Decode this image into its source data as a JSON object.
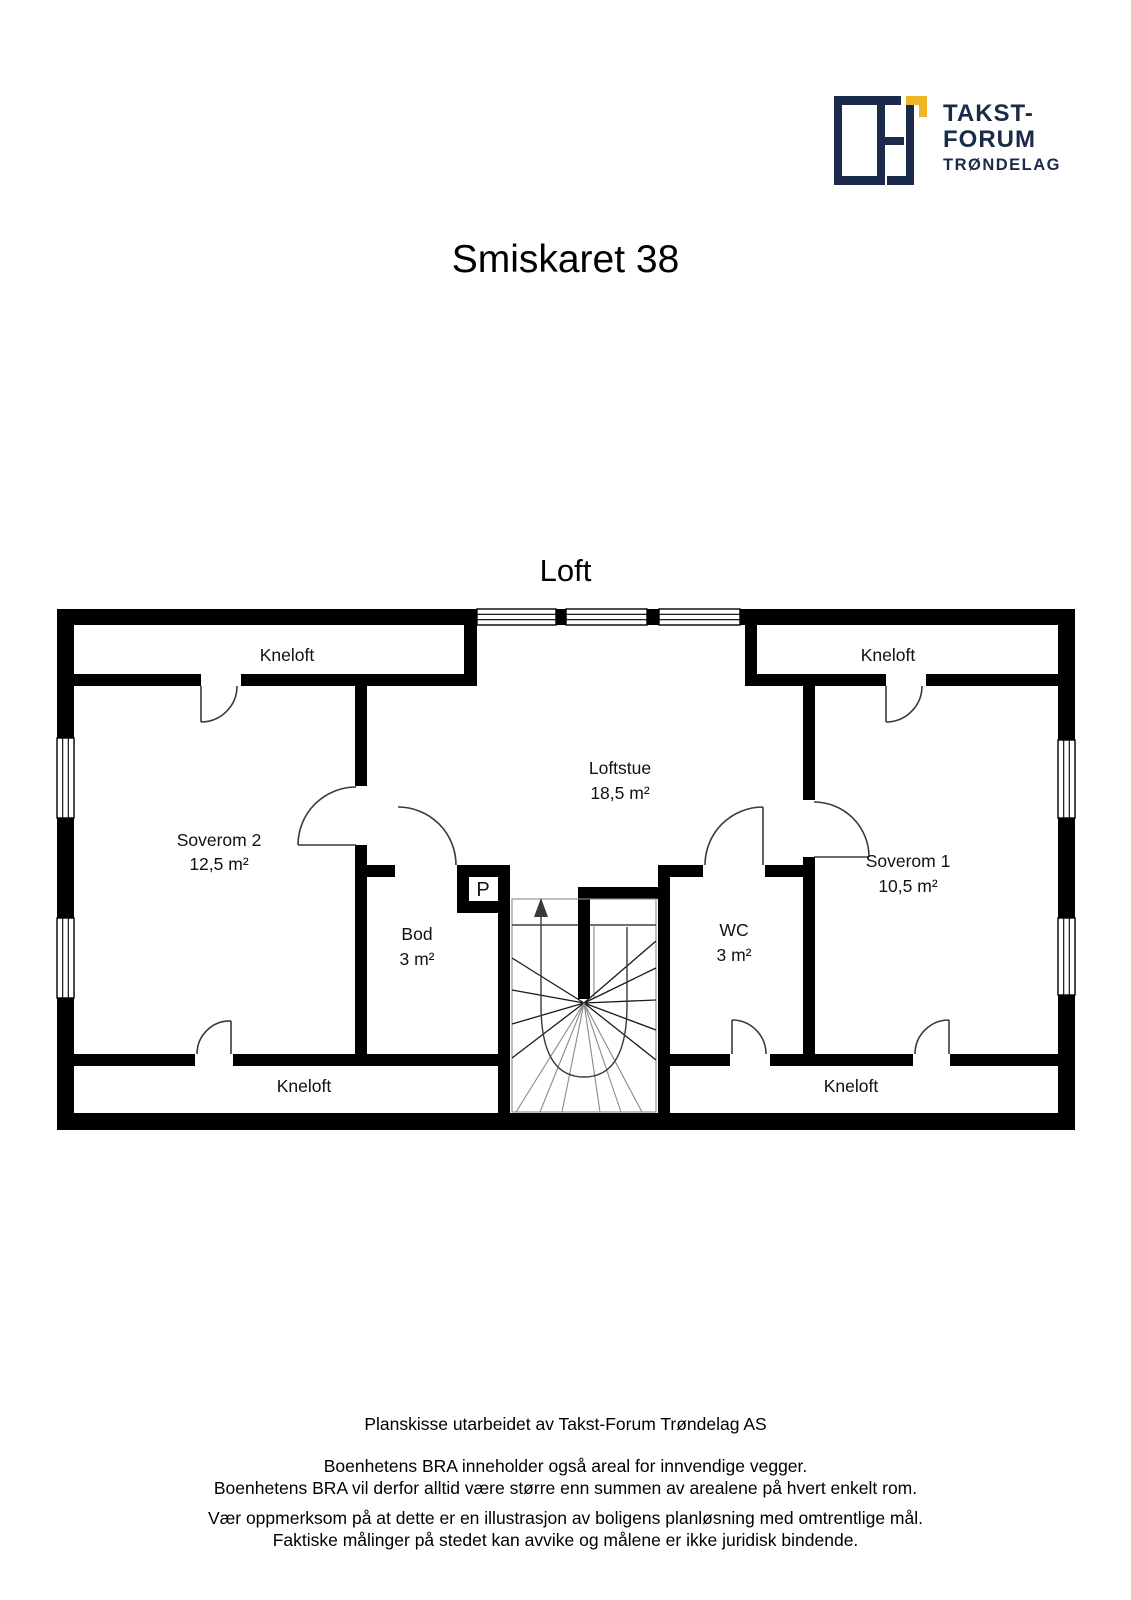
{
  "logo": {
    "line1": "TAKST-",
    "line2": "FORUM",
    "line3": "TRØNDELAG",
    "colors": {
      "navy": "#1b2a4a",
      "yellow": "#f0b429"
    }
  },
  "title": "Smiskaret 38",
  "floor_label": "Loft",
  "plan": {
    "rooms": [
      {
        "id": "kneloft-top-left",
        "name": "Kneloft",
        "area": ""
      },
      {
        "id": "kneloft-top-right",
        "name": "Kneloft",
        "area": ""
      },
      {
        "id": "soverom2",
        "name": "Soverom 2",
        "area": "12,5 m²"
      },
      {
        "id": "loftstue",
        "name": "Loftstue",
        "area": "18,5 m²"
      },
      {
        "id": "soverom1",
        "name": "Soverom 1",
        "area": "10,5 m²"
      },
      {
        "id": "bod",
        "name": "Bod",
        "area": "3 m²"
      },
      {
        "id": "wc",
        "name": "WC",
        "area": "3 m²"
      },
      {
        "id": "pipe",
        "name": "P",
        "area": ""
      },
      {
        "id": "kneloft-bottom-left",
        "name": "Kneloft",
        "area": ""
      },
      {
        "id": "kneloft-bottom-right",
        "name": "Kneloft",
        "area": ""
      }
    ]
  },
  "footer": {
    "lines": [
      "Planskisse utarbeidet av Takst-Forum Trøndelag AS",
      "Boenhetens BRA inneholder også areal for innvendige vegger.",
      "Boenhetens BRA vil derfor alltid være større enn summen av arealene på hvert enkelt rom.",
      "Vær oppmerksom på at dette er en illustrasjon av boligens planløsning med omtrentlige mål.",
      "Faktiske målinger på stedet kan avvike og målene er ikke juridisk bindende."
    ]
  }
}
